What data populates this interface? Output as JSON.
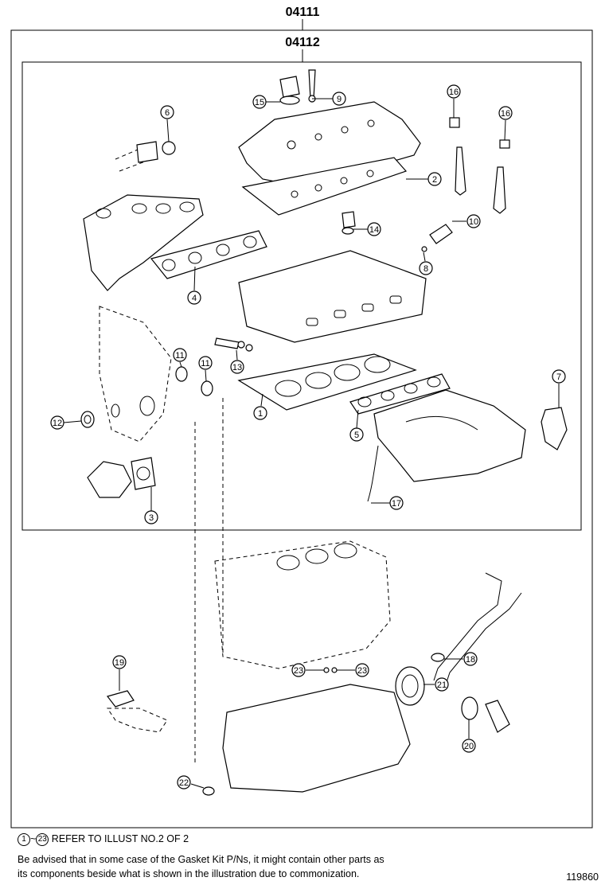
{
  "outer_kit_number": "04111",
  "inner_kit_number": "04112",
  "callouts": {
    "c1": "1",
    "c2": "2",
    "c3": "3",
    "c4": "4",
    "c5": "5",
    "c6": "6",
    "c7": "7",
    "c8": "8",
    "c9": "9",
    "c10": "10",
    "c11a": "11",
    "c11b": "11",
    "c12": "12",
    "c13": "13",
    "c14": "14",
    "c15": "15",
    "c16a": "16",
    "c16b": "16",
    "c17": "17",
    "c18": "18",
    "c19": "19",
    "c20": "20",
    "c21": "21",
    "c22": "22",
    "c23a": "23",
    "c23b": "23"
  },
  "note_range_start": "1",
  "note_range_sep": "~",
  "note_range_end": "23",
  "note_ref_text": "REFER TO ILLUST NO.2 OF 2",
  "note_line1": "Be advised that in some case of the Gasket Kit P/Ns,  it might contain other parts as",
  "note_line2": "its components beside what is shown in the illustration due to commonization.",
  "illustration_id": "119860"
}
